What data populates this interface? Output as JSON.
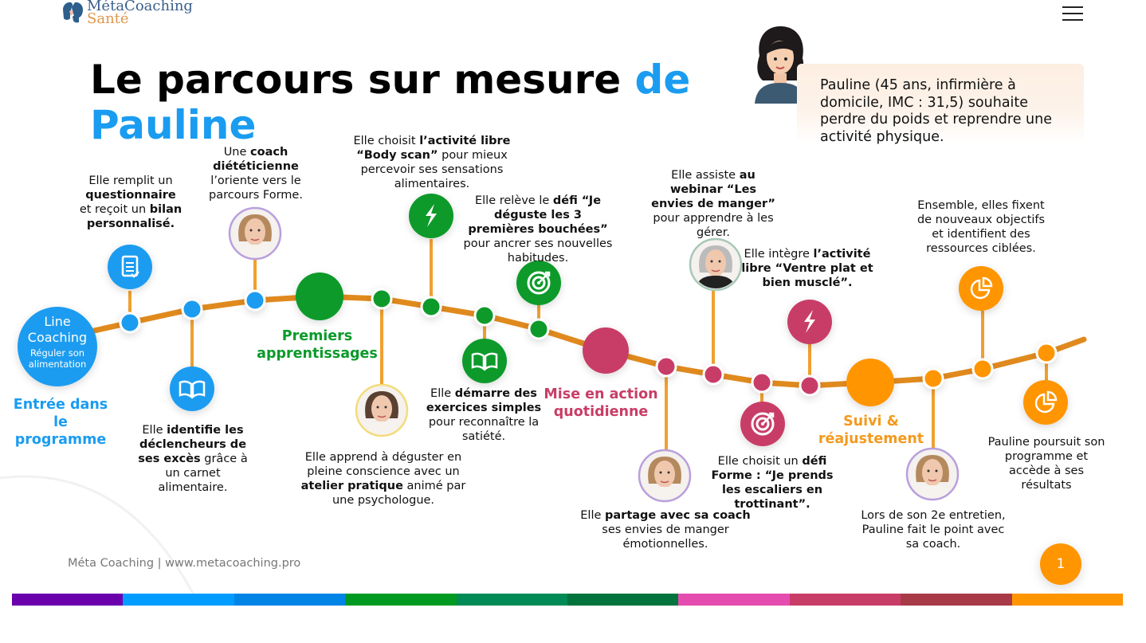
{
  "header": {
    "logo_line1": "MétaCoaching",
    "logo_line2": "Santé",
    "menu_icon": "hamburger-icon"
  },
  "title": {
    "main": "Le parcours sur mesure ",
    "accent": "de Pauline"
  },
  "persona": {
    "text": "Pauline (45 ans, infirmière à domicile, IMC : 31,5) souhaite perdre du poids et reprendre une activité physique."
  },
  "start": {
    "title": "Line Coaching",
    "subtitle": "Réguler son alimentation"
  },
  "phases": [
    {
      "label": "Entrée dans le programme",
      "color": "#1a9cf0"
    },
    {
      "label": "Premiers apprentissages",
      "color": "#0a9a2a"
    },
    {
      "label": "Mise en action quotidienne",
      "color": "#c83d67"
    },
    {
      "label": "Suivi & réajustement",
      "color": "#f39a1e"
    }
  ],
  "steps": [
    {
      "icon": "clipboard-icon",
      "text": [
        {
          "t": "Elle remplit un "
        },
        {
          "t": "questionnaire",
          "b": true
        },
        {
          "t": " et reçoit un "
        },
        {
          "t": "bilan personnalisé.",
          "b": true
        }
      ]
    },
    {
      "icon": "coach-photo",
      "text": [
        {
          "t": "Une "
        },
        {
          "t": "coach diététicienne",
          "b": true
        },
        {
          "t": " l’oriente vers le parcours Forme."
        }
      ]
    },
    {
      "icon": "book-icon",
      "text": [
        {
          "t": "Elle "
        },
        {
          "t": "identifie les déclencheurs de ses excès",
          "b": true
        },
        {
          "t": " grâce à un carnet alimentaire."
        }
      ]
    },
    {
      "icon": "psychologist-photo",
      "text": [
        {
          "t": "Elle apprend à déguster en pleine conscience avec un "
        },
        {
          "t": "atelier pratique",
          "b": true
        },
        {
          "t": " animé par une psychologue."
        }
      ]
    },
    {
      "icon": "lightning-icon",
      "text": [
        {
          "t": "Elle choisit "
        },
        {
          "t": "l’activité libre “Body scan”",
          "b": true
        },
        {
          "t": " pour mieux percevoir ses sensations alimentaires."
        }
      ]
    },
    {
      "icon": "book-icon",
      "text": [
        {
          "t": "Elle "
        },
        {
          "t": "démarre des exercices simples",
          "b": true
        },
        {
          "t": " pour reconnaître la satiété."
        }
      ]
    },
    {
      "icon": "target-icon",
      "text": [
        {
          "t": "Elle relève le "
        },
        {
          "t": "défi “Je déguste les 3 premières bouchées”",
          "b": true
        },
        {
          "t": " pour ancrer ses nouvelles habitudes."
        }
      ]
    },
    {
      "icon": "coach-photo",
      "text": [
        {
          "t": "Elle "
        },
        {
          "t": "partage avec sa coach",
          "b": true
        },
        {
          "t": " ses envies de manger émotionnelles."
        }
      ]
    },
    {
      "icon": "expert-photo",
      "text": [
        {
          "t": "Elle assiste "
        },
        {
          "t": "au webinar “Les envies de manger”",
          "b": true
        },
        {
          "t": " pour apprendre à les gérer."
        }
      ]
    },
    {
      "icon": "target-icon",
      "text": [
        {
          "t": "Elle choisit un "
        },
        {
          "t": "défi Forme : “Je prends les escaliers en trottinant”.",
          "b": true
        }
      ]
    },
    {
      "icon": "lightning-icon",
      "text": [
        {
          "t": "Elle intègre "
        },
        {
          "t": "l’activité libre “Ventre plat et bien musclé”.",
          "b": true
        }
      ]
    },
    {
      "icon": "coach-photo",
      "text": [
        {
          "t": "Lors de son 2e entretien, Pauline fait le point avec sa coach."
        }
      ]
    },
    {
      "icon": "chart-icon",
      "text": [
        {
          "t": "Ensemble, elles fixent de nouveaux objectifs et identifient des ressources ciblées."
        }
      ]
    },
    {
      "icon": "chart-icon",
      "text": [
        {
          "t": "Pauline poursuit son programme et accède à ses résultats"
        }
      ]
    }
  ],
  "footer": {
    "text": "Méta Coaching | www.metacoaching.pro",
    "page": "1"
  },
  "colors": {
    "path": "#e08a1e",
    "blue": "#1a9cf0",
    "green": "#0a9a2a",
    "pink": "#c83d67",
    "orange": "#ff9500"
  },
  "color_bar": [
    "#6b00ad",
    "#009cff",
    "#0084e6",
    "#009a23",
    "#008a55",
    "#00743c",
    "#e54cb0",
    "#c83d67",
    "#a83a48",
    "#ff9500"
  ]
}
